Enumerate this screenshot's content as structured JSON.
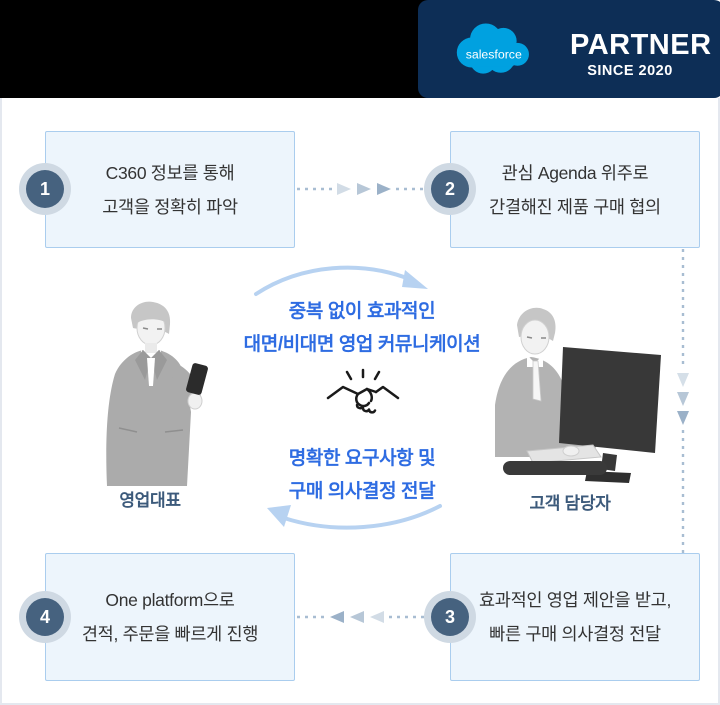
{
  "header": {
    "logo_text": "salesforce",
    "partner_title": "PARTNER",
    "partner_since": "SINCE 2020"
  },
  "steps": [
    {
      "number": "1",
      "line1": "C360 정보를 통해",
      "line2": "고객을 정확히 파악"
    },
    {
      "number": "2",
      "line1": "관심 Agenda 위주로",
      "line2": "간결해진 제품 구매 협의"
    },
    {
      "number": "3",
      "line1": "효과적인 영업 제안을 받고,",
      "line2": "빠른 구매 의사결정 전달"
    },
    {
      "number": "4",
      "line1": "One platform으로",
      "line2": "견적, 주문을 빠르게 진행"
    }
  ],
  "center": {
    "top_message_line1": "중복 없이 효과적인",
    "top_message_line2": "대면/비대면 영업 커뮤니케이션",
    "bottom_message_line1": "명확한 요구사항 및",
    "bottom_message_line2": "구매 의사결정 전달",
    "left_person_label": "영업대표",
    "right_person_label": "고객 담당자"
  },
  "colors": {
    "header_navy": "#0d2e56",
    "salesforce_blue": "#00a1e0",
    "box_fill": "#edf5fc",
    "box_border": "#aacdee",
    "badge_circle": "#46627f",
    "badge_halo": "#cfd9e3",
    "dotted_arrow": "#a8bdd2",
    "accent_text_blue": "#2e6ce2",
    "person_label_navy": "#3c5a7b",
    "curved_arrow_blue": "#b7d2f1"
  }
}
